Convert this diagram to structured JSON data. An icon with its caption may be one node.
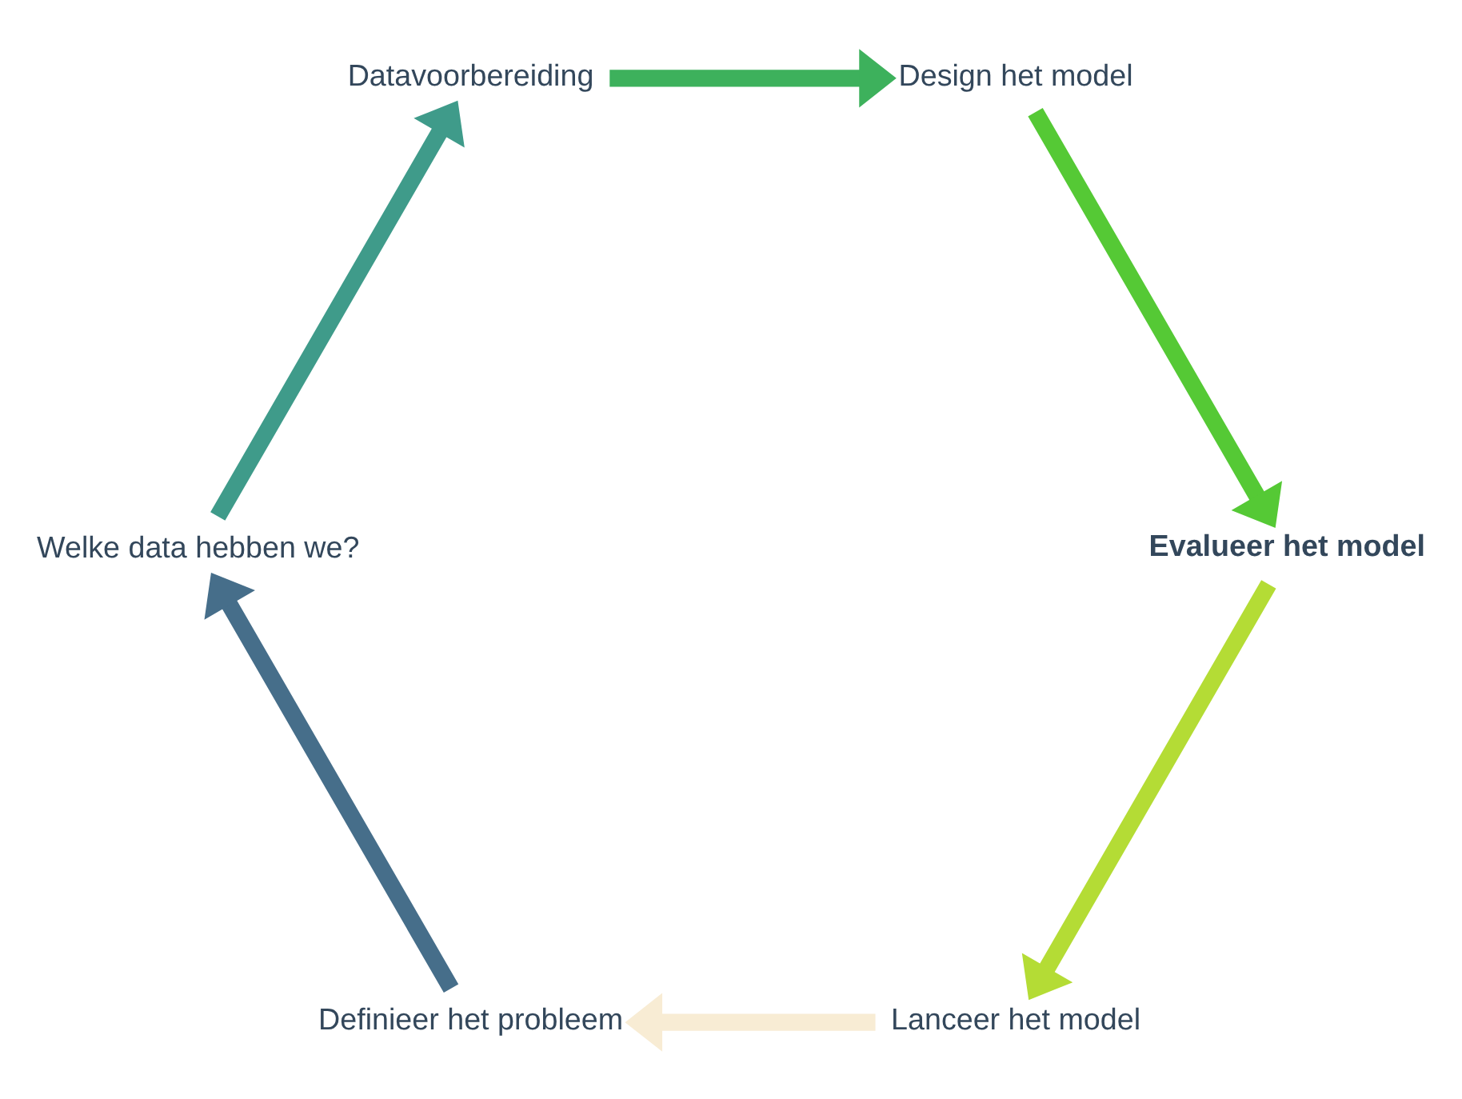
{
  "diagram": {
    "nodes": [
      {
        "text": [
          "Lanceer het model"
        ]
      },
      {
        "text": [
          "Definieer het probleem"
        ]
      },
      {
        "text": [
          "Evalueer het model"
        ]
      },
      {
        "text": [
          "Welke data hebben we?"
        ]
      },
      {
        "text": [
          "Design het model"
        ]
      },
      {
        "text": [
          "Datavoorbereiding"
        ]
      }
    ],
    "edges": [
      {
        "from": 0,
        "to": 1,
        "arrow": "to",
        "color": "#f8ecd4"
      },
      {
        "from": 1,
        "to": 3,
        "arrow": "to",
        "color": "#466e8a"
      },
      {
        "from": 3,
        "to": 5,
        "arrow": "to",
        "color": "#3f9b8a"
      },
      {
        "from": 5,
        "to": 4,
        "arrow": "to",
        "color": "#3db15c"
      },
      {
        "from": 4,
        "to": 2,
        "arrow": "to",
        "color": "#55c935"
      },
      {
        "from": 2,
        "to": 0,
        "arrow": "to",
        "color": "#b4dc35"
      }
    ]
  }
}
